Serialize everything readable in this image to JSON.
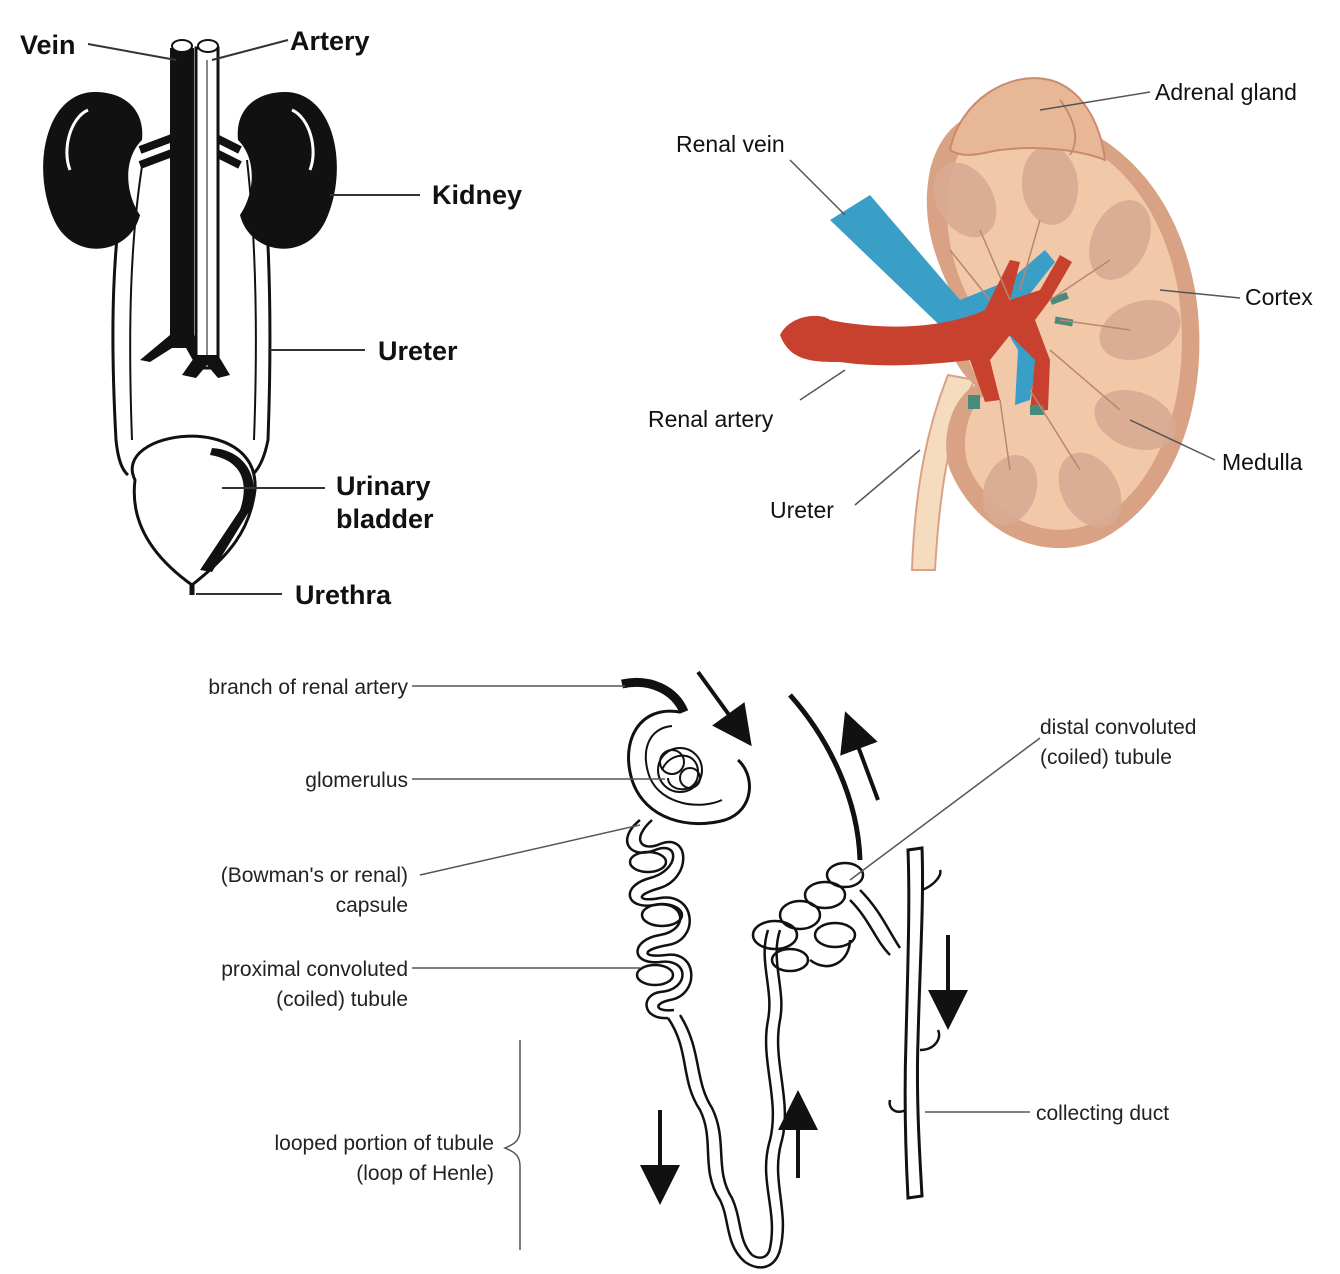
{
  "urinary_system": {
    "labels": {
      "vein": "Vein",
      "artery": "Artery",
      "kidney": "Kidney",
      "ureter": "Ureter",
      "bladder_line1": "Urinary",
      "bladder_line2": "bladder",
      "urethra": "Urethra"
    }
  },
  "kidney_section": {
    "labels": {
      "adrenal_gland": "Adrenal gland",
      "renal_vein": "Renal vein",
      "cortex": "Cortex",
      "renal_artery": "Renal artery",
      "medulla": "Medulla",
      "ureter": "Ureter"
    },
    "colors": {
      "artery": "#c8412e",
      "vein": "#3a9fc6",
      "tissue": "#f2c9a8",
      "capsule": "#d9a285",
      "pyramid": "#d9aa94"
    }
  },
  "nephron": {
    "labels": {
      "branch_of_renal_artery": "branch of renal artery",
      "glomerulus": "glomerulus",
      "capsule_line1": "(Bowman's or renal)",
      "capsule_line2": "capsule",
      "pct_line1": "proximal convoluted",
      "pct_line2": "(coiled) tubule",
      "loop_line1": "looped portion of tubule",
      "loop_line2": "(loop of Henle)",
      "dct_line1": "distal convoluted",
      "dct_line2": "(coiled) tubule",
      "collecting_duct": "collecting duct"
    }
  }
}
